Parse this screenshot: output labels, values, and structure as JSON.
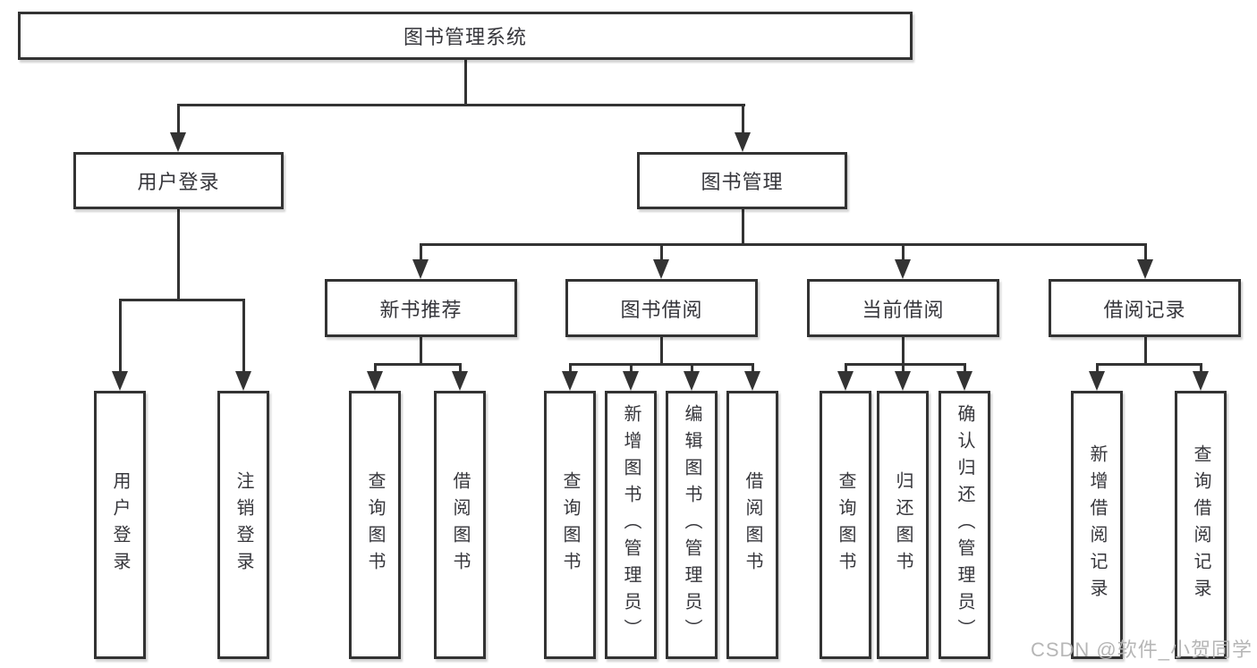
{
  "diagram": {
    "type": "hierarchy-tree",
    "root": {
      "label": "图书管理系统"
    },
    "branches": [
      {
        "label": "用户登录",
        "children": [
          {
            "label": "用户登录"
          },
          {
            "label": "注销登录"
          }
        ]
      },
      {
        "label": "图书管理",
        "children": [
          {
            "label": "新书推荐",
            "children": [
              {
                "label": "查询图书"
              },
              {
                "label": "借阅图书"
              }
            ]
          },
          {
            "label": "图书借阅",
            "children": [
              {
                "label": "查询图书"
              },
              {
                "label": "新增图书（管理员）"
              },
              {
                "label": "编辑图书（管理员）"
              },
              {
                "label": "借阅图书"
              }
            ]
          },
          {
            "label": "当前借阅",
            "children": [
              {
                "label": "查询图书"
              },
              {
                "label": "归还图书"
              },
              {
                "label": "确认归还（管理员）"
              }
            ]
          },
          {
            "label": "借阅记录",
            "children": [
              {
                "label": "新增借阅记录"
              },
              {
                "label": "查询借阅记录"
              }
            ]
          }
        ]
      }
    ]
  },
  "watermark": {
    "text": "CSDN @软件_小贺同学"
  },
  "style": {
    "line_color": "#333333",
    "box_border_color": "#333333",
    "box_background": "#ffffff",
    "text_color": "#36363b",
    "watermark_color": "#b3b3b3"
  }
}
